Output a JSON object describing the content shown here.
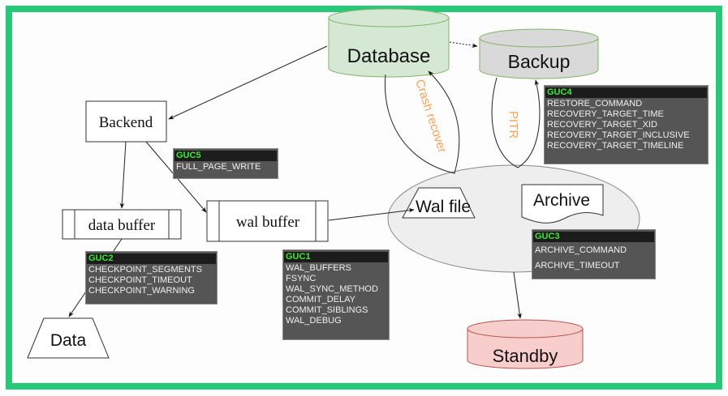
{
  "nodes": {
    "database": "Database",
    "backup": "Backup",
    "backend": "Backend",
    "data_buffer": "data buffer",
    "wal_buffer": "wal buffer",
    "wal_file": "Wal file",
    "archive": "Archive",
    "data": "Data",
    "standby": "Standby"
  },
  "edge_labels": {
    "crash_recover": "Crash recover",
    "pitr": "PITR"
  },
  "guc_boxes": {
    "guc1": {
      "title": "GUC1",
      "items": [
        "WAL_BUFFERS",
        "FSYNC",
        "WAL_SYNC_METHOD",
        "COMMIT_DELAY",
        "COMMIT_SIBLINGS",
        "WAL_DEBUG"
      ]
    },
    "guc2": {
      "title": "GUC2",
      "items": [
        "CHECKPOINT_SEGMENTS",
        "CHECKPOINT_TIMEOUT",
        "CHECKPOINT_WARNING"
      ]
    },
    "guc3": {
      "title": "GUC3",
      "items": [
        "ARCHIVE_COMMAND",
        "ARCHIVE_TIMEOUT"
      ]
    },
    "guc4": {
      "title": "GUC4",
      "items": [
        "RESTORE_COMMAND",
        "RECOVERY_TARGET_TIME",
        "RECOVERY_TARGET_XID",
        "RECOVERY_TARGET_INCLUSIVE",
        "RECOVERY_TARGET_TIMELINE"
      ]
    },
    "guc5": {
      "title": "GUC5",
      "items": [
        "FULL_PAGE_WRITE"
      ]
    }
  },
  "colors": {
    "frame": "#26c978",
    "database_fill": "#d5e8d4",
    "backup_fill": "#d9d9d9",
    "standby_fill": "#f8cecc",
    "label_orange": "#f5a35c",
    "guc_title": "#3ee83a"
  }
}
